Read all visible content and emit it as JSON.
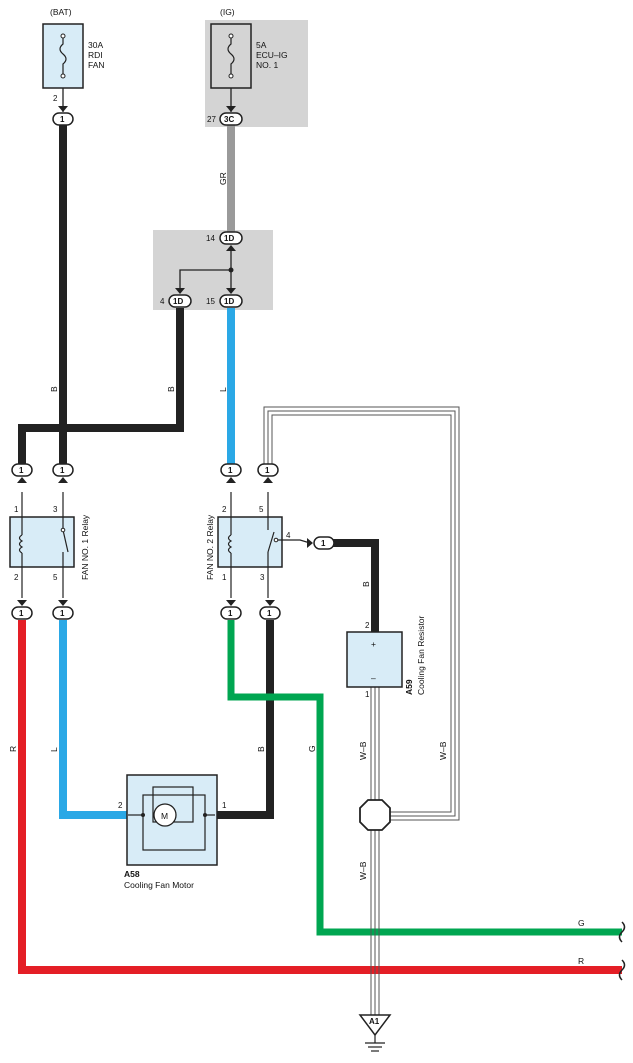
{
  "colors": {
    "black": "#222222",
    "gray": "#9a9a9a",
    "blue": "#2aa8e6",
    "red": "#e41e26",
    "green": "#00a651",
    "box_fill": "#d8ecf7",
    "shade": "#d4d4d4"
  },
  "fuses": [
    {
      "source": "(BAT)",
      "line1": "30A",
      "line2": "RDI",
      "line3": "FAN",
      "pin": "2",
      "conn": "1"
    },
    {
      "source": "(IG)",
      "line1": "5A",
      "line2": "ECU–IG",
      "line3": "NO. 1",
      "pin": "27",
      "conn": "3C"
    }
  ],
  "junction": {
    "pin_top": "14",
    "conn_top": "1D",
    "pin_left": "4",
    "conn_left": "1D",
    "pin_right": "15",
    "conn_right": "1D"
  },
  "relay1": {
    "label": "FAN NO. 1 Relay",
    "pin_tl": "1",
    "pin_tr": "3",
    "pin_bl": "2",
    "pin_br": "5",
    "conn_tl": "1",
    "conn_tr": "1",
    "conn_bl": "1",
    "conn_br": "1"
  },
  "relay2": {
    "label": "FAN NO. 2 Relay",
    "pin_tl": "2",
    "pin_tr": "5",
    "pin_bl": "1",
    "pin_br": "3",
    "pin_side": "4",
    "conn_tl": "1",
    "conn_tr": "1",
    "conn_bl": "1",
    "conn_br": "1",
    "conn_side": "1"
  },
  "wire_labels": {
    "gr": "GR",
    "b1": "B",
    "b2": "B",
    "l1": "L",
    "b3": "B",
    "r": "R",
    "l2": "L",
    "b4": "B",
    "g1": "G",
    "wb1": "W–B",
    "wb2": "W–B",
    "wb3": "W–B",
    "g2": "G",
    "r2": "R"
  },
  "motor": {
    "id": "A58",
    "name": "Cooling Fan Motor",
    "symbol": "M",
    "pin_left": "2",
    "pin_right": "1"
  },
  "resistor": {
    "id": "A59",
    "name": "Cooling Fan Resistor",
    "plus": "+",
    "minus": "–",
    "pin_top": "2",
    "pin_bottom": "1"
  },
  "ground": {
    "id": "A1"
  }
}
